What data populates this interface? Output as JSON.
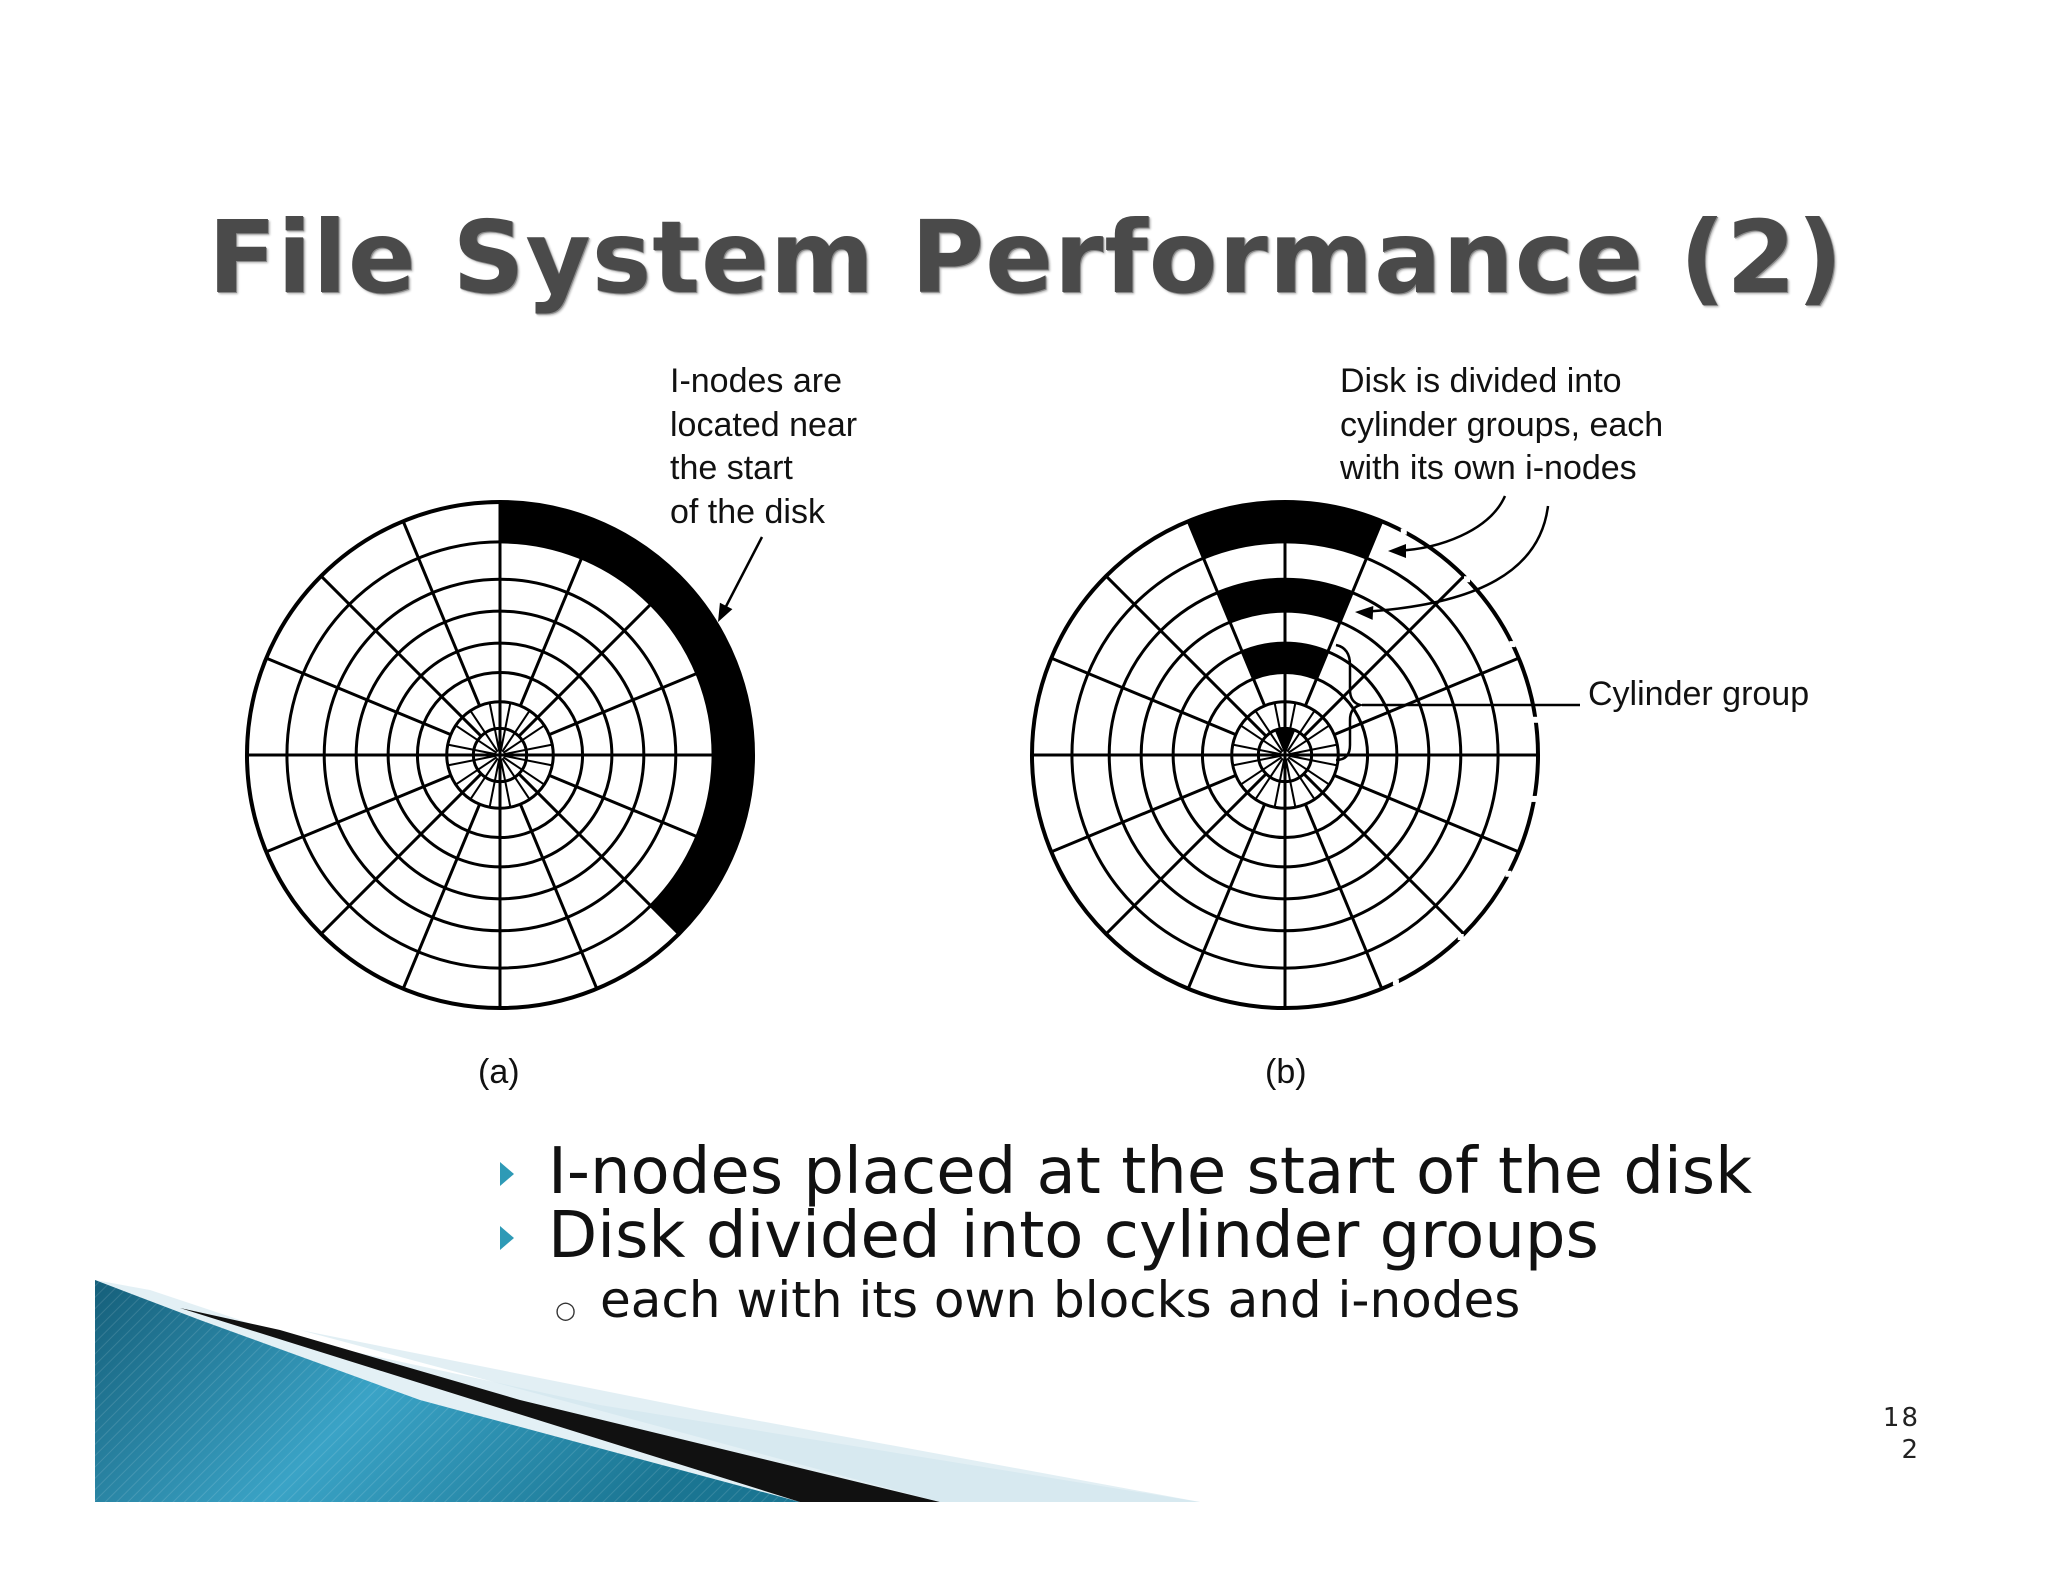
{
  "slide": {
    "title": "File System Performance (2)",
    "page_number": "18\n2"
  },
  "figure": {
    "callout_a": "I-nodes are\nlocated near\nthe start\nof the disk",
    "callout_b": "Disk is divided into\ncylinder groups, each\nwith its own i-nodes",
    "cylinder_group_label": "Cylinder group",
    "label_a": "(a)",
    "label_b": "(b)"
  },
  "bullets": [
    "I-nodes placed at the start of the disk",
    "Disk divided into cylinder groups"
  ],
  "sub_bullets": [
    "each with its own blocks and i-nodes"
  ],
  "colors": {
    "accent": "#2e9ab6",
    "title": "#4a4a4a",
    "swoosh_dark": "#1b6f8a",
    "swoosh_light": "#dfeef4"
  }
}
